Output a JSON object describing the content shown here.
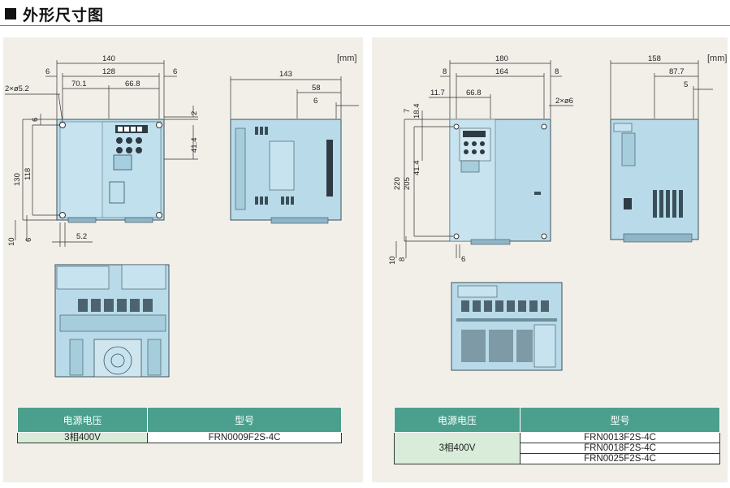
{
  "header": {
    "title": "外形尺寸图"
  },
  "left_panel": {
    "unit": "[mm]",
    "front_dims": {
      "overall_width": "140",
      "inner_width": "128",
      "edge_left": "6",
      "edge_right": "6",
      "dim_left": "70.1",
      "dim_right": "66.8",
      "hole_label": "2×ø5.2",
      "top_offset": "6",
      "height_outer": "130",
      "height_inner": "118",
      "bottom_10": "10",
      "bottom_6": "6",
      "bottom_52": "5.2",
      "right_2": "2",
      "right_414": "41.4"
    },
    "side_dims": {
      "depth": "143",
      "dim_58": "58",
      "dim_6": "6"
    },
    "table": {
      "col_voltage": "电源电压",
      "col_model": "型号",
      "rows": [
        {
          "voltage": "3相400V",
          "model": "FRN0009F2S-4C"
        }
      ]
    }
  },
  "right_panel": {
    "unit": "[mm]",
    "front_dims": {
      "overall_width": "180",
      "inner_width": "164",
      "edge_left": "8",
      "edge_right": "8",
      "dim_117": "11.7",
      "dim_668": "66.8",
      "hole_label": "2×ø6",
      "dim_7": "7",
      "dim_184": "18.4",
      "dim_414": "41.4",
      "height_outer": "220",
      "height_inner": "205",
      "bottom_10": "10",
      "bottom_8": "8",
      "bottom_6": "6"
    },
    "side_dims": {
      "depth": "158",
      "dim_877": "87.7",
      "dim_5": "5"
    },
    "table": {
      "col_voltage": "电源电压",
      "col_model": "型号",
      "voltage": "3相400V",
      "models": [
        "FRN0013F2S-4C",
        "FRN0018F2S-4C",
        "FRN0025F2S-4C"
      ]
    }
  },
  "colors": {
    "drive_body": "#b9dbe9",
    "table_header": "#4aa08d",
    "voltage_cell": "#d8ecd9",
    "panel_bg": "#f2efe9"
  }
}
